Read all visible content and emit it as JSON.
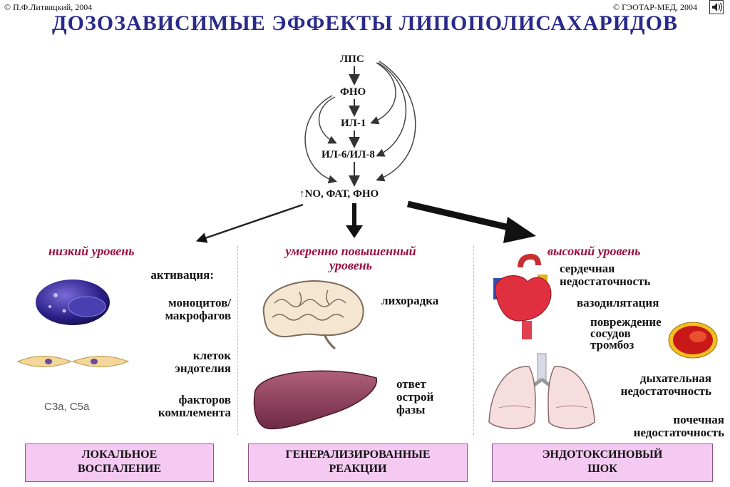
{
  "header": {
    "copyright_left": "© П.Ф.Литвицкий, 2004",
    "copyright_right": "© ГЭОТАР-МЕД, 2004",
    "title": "ДОЗОЗАВИСИМЫЕ ЭФФЕКТЫ ЛИПОПОЛИСАХАРИДОВ",
    "nav_icon": "speaker-icon"
  },
  "cascade": {
    "lps": "ЛПС",
    "tnf": "ФНО",
    "il1": "ИЛ-1",
    "il6_8": "ИЛ-6/ИЛ-8",
    "mediators": "↑NO, ФАТ, ФНО"
  },
  "low": {
    "level": "низкий уровень",
    "activation": "активация:",
    "monocytes": "моноцитов/\nмакрофагов",
    "endothelium": "клеток\nэндотелия",
    "complement": "факторов\nкомплемента",
    "complement_factors": "C3a, C5a",
    "outcome": "ЛОКАЛЬНОЕ\nВОСПАЛЕНИЕ"
  },
  "moderate": {
    "level": "умеренно  повышенный\nуровень",
    "fever": "лихорадка",
    "acute_phase": "ответ\nострой\nфазы",
    "outcome": "ГЕНЕРАЛИЗИРОВАННЫЕ\nРЕАКЦИИ"
  },
  "high": {
    "level": "высокий уровень",
    "heart_failure": "сердечная\nнедостаточность",
    "vasodilation": "вазодилятация",
    "vessel_damage": "повреждение\nсосудов\nтромбоз",
    "respiratory_failure": "дыхательная\nнедостаточность",
    "renal_failure": "почечная\nнедостаточность",
    "outcome": "ЭНДОТОКСИНОВЫЙ\nШОК"
  },
  "colors": {
    "title": "#2a2a8a",
    "level_text": "#9a1040",
    "outcome_box": "#f4c9f2"
  }
}
